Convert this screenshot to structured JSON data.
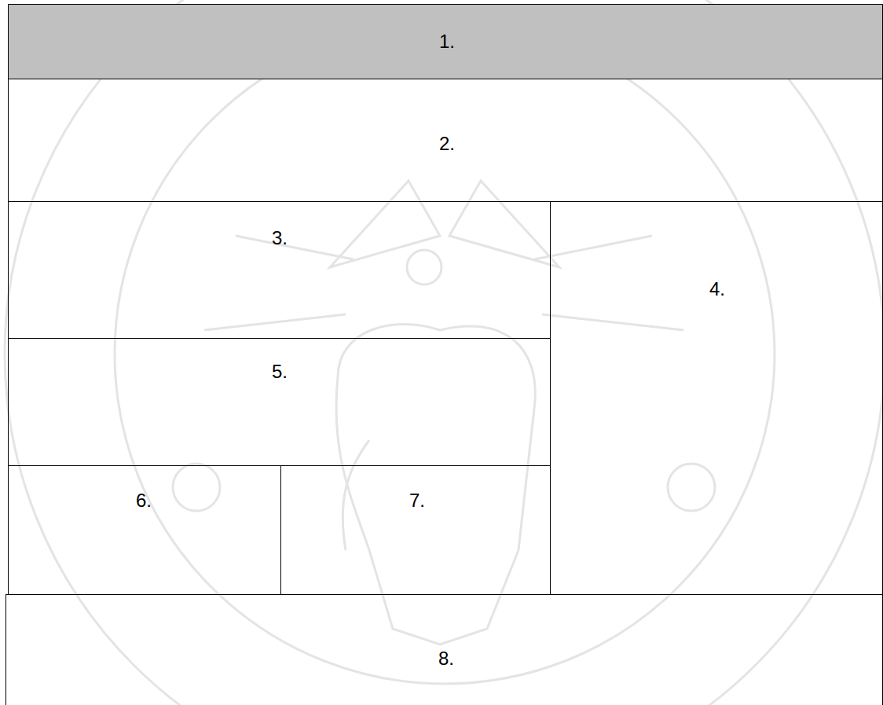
{
  "diagram": {
    "nodes": [
      {
        "text": [
          "1."
        ]
      },
      {
        "text": [
          "2."
        ]
      },
      {
        "text": [
          "3."
        ]
      },
      {
        "text": [
          "4."
        ]
      },
      {
        "text": [
          "5."
        ]
      },
      {
        "text": [
          "6."
        ]
      },
      {
        "text": [
          "7."
        ]
      },
      {
        "text": [
          "8."
        ]
      }
    ]
  }
}
